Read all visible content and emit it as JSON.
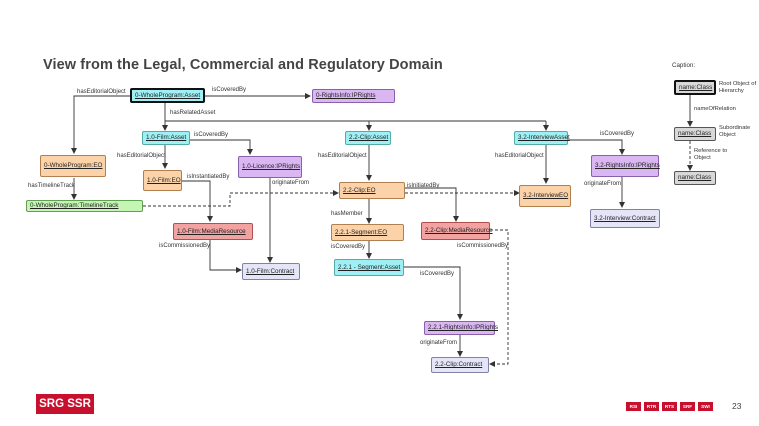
{
  "title": "View from the Legal, Commercial and Regulatory Domain",
  "nodes": {
    "whole_program_asset": "0-WholeProgram:Asset",
    "rightsinfo_iprights_0": "0-RightsInfo:IPRights",
    "film_asset": "1.0-Film:Asset",
    "licence_iprights": "1.0-Licence:IPRights",
    "clip_asset": "2.2-Clip:Asset",
    "interview_asset": "3.2-InterviewAsset",
    "rightsinfo_iprights_32": "3.2-RightsInfo:IPRights",
    "whole_program_eo": "0-WholeProgram:EO",
    "film_eo": "1.0-Film:EO",
    "clip_eo": "2.2-Clip:EO",
    "interview_eo": "3.2-InterviewEO",
    "interview_contract": "3.2-Interview:Contract",
    "timeline_track": "0-WholeProgram:TimelineTrack",
    "film_media_resource": "1.0-Film:MediaResource",
    "segment_eo": "2.2.1-Segment:EO",
    "clip_media_resource": "2.2-Clip:MediaResource",
    "film_contract": "1.0-Film:Contract",
    "segment_asset": "2.2.1 - Segment:Asset",
    "rightsinfo_iprights_221": "2.2.1-RightsInfo:IPRights",
    "clip_contract": "2.2-Clip:Contract"
  },
  "edge_labels": {
    "has_editorial_object_left": "hasEditorialObject",
    "is_covered_by_top": "isCoveredBy",
    "has_related_asset": "hasRelatedAsset",
    "is_covered_by_film": "isCoveredBy",
    "is_covered_by_interview": "isCoveredBy",
    "has_editorial_object_film": "hasEditorialObject",
    "has_editorial_object_clip": "hasEditorialObject",
    "has_editorial_object_interview": "hasEditorialObject",
    "is_instantiated_by": "isInstantiatedBy",
    "originate_from_licence": "originateFrom",
    "is_initiated_by": "isInitiatedBy",
    "originate_from_interview": "originateFrom",
    "has_timeline_track": "hasTimelineTrack",
    "has_member": "hasMember",
    "is_commissioned_by_film": "isCommissionedBy",
    "is_covered_by_segment": "isCoveredBy",
    "is_commissioned_by_clip": "isCommissionedBy",
    "is_covered_by_segment_asset": "isCoveredBy",
    "originate_from_segment": "originateFrom"
  },
  "legend": {
    "caption": "Caption:",
    "root_node": "name:Class",
    "root_desc": "Root Object of Hierarchy",
    "relation": "nameOfRelation",
    "sub_node": "name:Class",
    "sub_desc": "Subordinate Object",
    "ref_desc": "Reference to Object",
    "ref_node": "name:Class"
  },
  "footer": {
    "logo": "SRG SSR",
    "badges": [
      "RSI",
      "RTR",
      "RTS",
      "SRF",
      "SWI"
    ],
    "page_number": "23"
  },
  "colors": {
    "asset": "#9ff0f5",
    "editorial_object": "#fcd3a9",
    "ip_rights": "#dab6f2",
    "media_resource": "#f3a2a2",
    "timeline_track": "#c5f5b5",
    "contract": "#e5e5f8",
    "brand_red": "#c8102e"
  }
}
